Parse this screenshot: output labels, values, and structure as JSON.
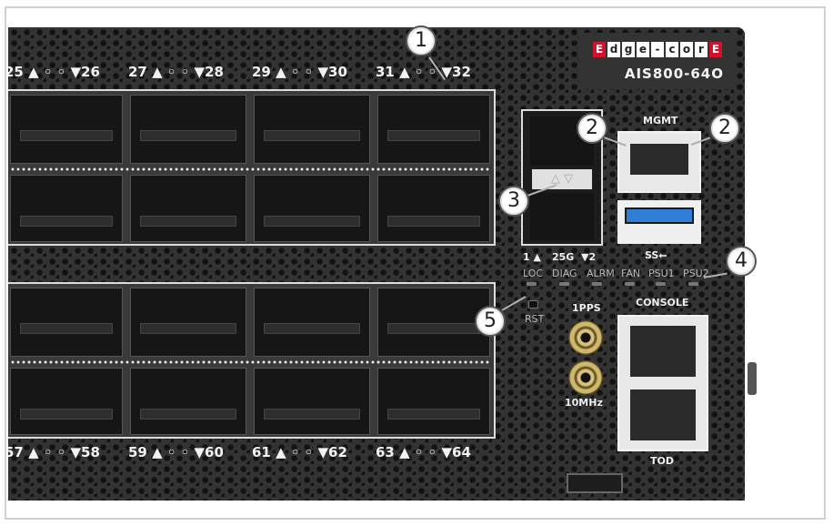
{
  "device": {
    "logo_letters": [
      "E",
      "d",
      "g",
      "e",
      "-",
      "c",
      "o",
      "r",
      "E"
    ],
    "model": "AIS800-64O",
    "top_port_labels": [
      "25",
      "26",
      "27",
      "28",
      "29",
      "30",
      "31",
      "32"
    ],
    "bottom_port_labels": [
      "57",
      "58",
      "59",
      "60",
      "61",
      "62",
      "63",
      "64"
    ],
    "mgmt_label": "MGMT",
    "usb_label": "SS⭠",
    "sfp_labels": {
      "left": "1 ▲",
      "speed": "25G",
      "right": "▼2"
    },
    "led_labels": [
      "LOC",
      "DIAG",
      "ALRM",
      "FAN",
      "PSU1",
      "PSU2"
    ],
    "rst_label": "RST",
    "console_label": "CONSOLE",
    "pps_label": "1PPS",
    "mhz_label": "10MHz",
    "tod_label": "TOD"
  },
  "callouts": {
    "c1": "1",
    "c2a": "2",
    "c2b": "2",
    "c3": "3",
    "c4": "4",
    "c5": "5"
  },
  "colors": {
    "chassis": "#2b2b2b",
    "logo_red": "#d0122b",
    "usb_blue": "#2f7fd6",
    "bnc_gold": "#d9c27a"
  }
}
